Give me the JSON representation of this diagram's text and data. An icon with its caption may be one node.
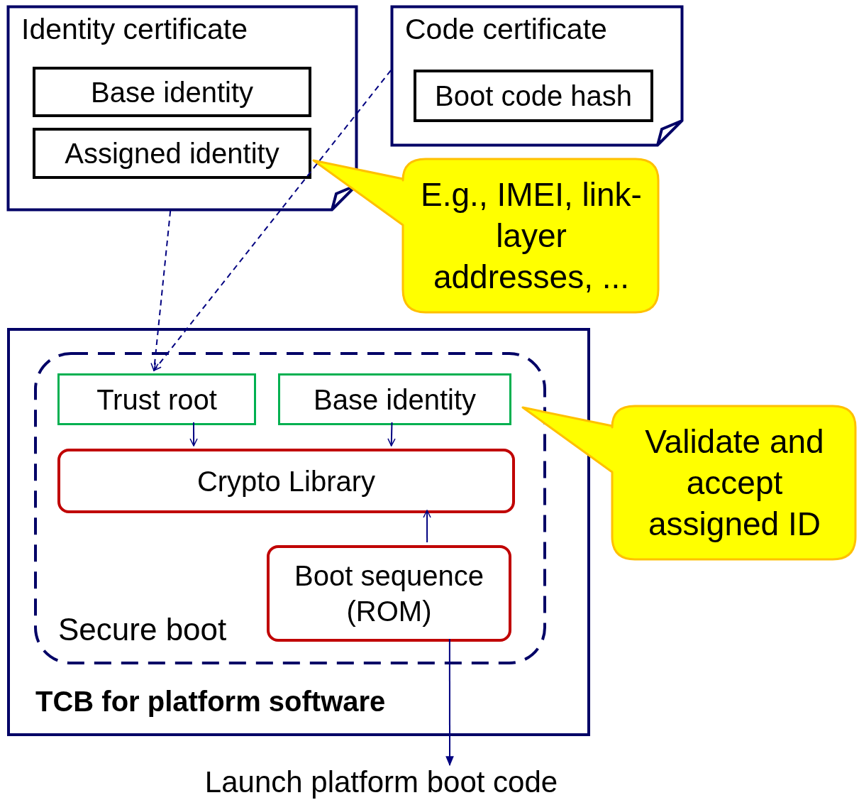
{
  "diagram": {
    "nodes": [
      {
        "text": [
          "Identity certificate"
        ]
      },
      {
        "text": [
          "Base identity"
        ],
        "in": 0
      },
      {
        "text": [
          "Assigned identity"
        ],
        "in": 0
      },
      {
        "text": [
          "Code certificate"
        ]
      },
      {
        "text": [
          "Boot code hash"
        ],
        "in": 3
      },
      {
        "text": [
          "E.g., IMEI, link-layer addresses, ..."
        ]
      },
      {
        "text": [
          "TCB for platform software"
        ]
      },
      {
        "text": [
          "Secure boot"
        ],
        "in": 6
      },
      {
        "text": [
          "Trust root"
        ],
        "in": 7
      },
      {
        "text": [
          "Base identity"
        ],
        "in": 7
      },
      {
        "text": [
          "Crypto Library"
        ],
        "in": 7
      },
      {
        "text": [
          "Boot sequence (ROM)"
        ],
        "in": 7
      },
      {
        "text": [
          "Validate and accept assigned ID"
        ]
      },
      {
        "text": [
          "Launch platform boot code"
        ]
      }
    ],
    "edges": [
      {
        "from": 0,
        "to": 8,
        "arrow": "to",
        "style": "dashed"
      },
      {
        "from": 3,
        "to": 8,
        "arrow": "to",
        "style": "dashed"
      },
      {
        "from": 8,
        "to": 10,
        "arrow": "to"
      },
      {
        "from": 9,
        "to": 10,
        "arrow": "to"
      },
      {
        "from": 11,
        "to": 10,
        "arrow": "to"
      },
      {
        "from": 11,
        "to": 13,
        "arrow": "to"
      }
    ]
  }
}
